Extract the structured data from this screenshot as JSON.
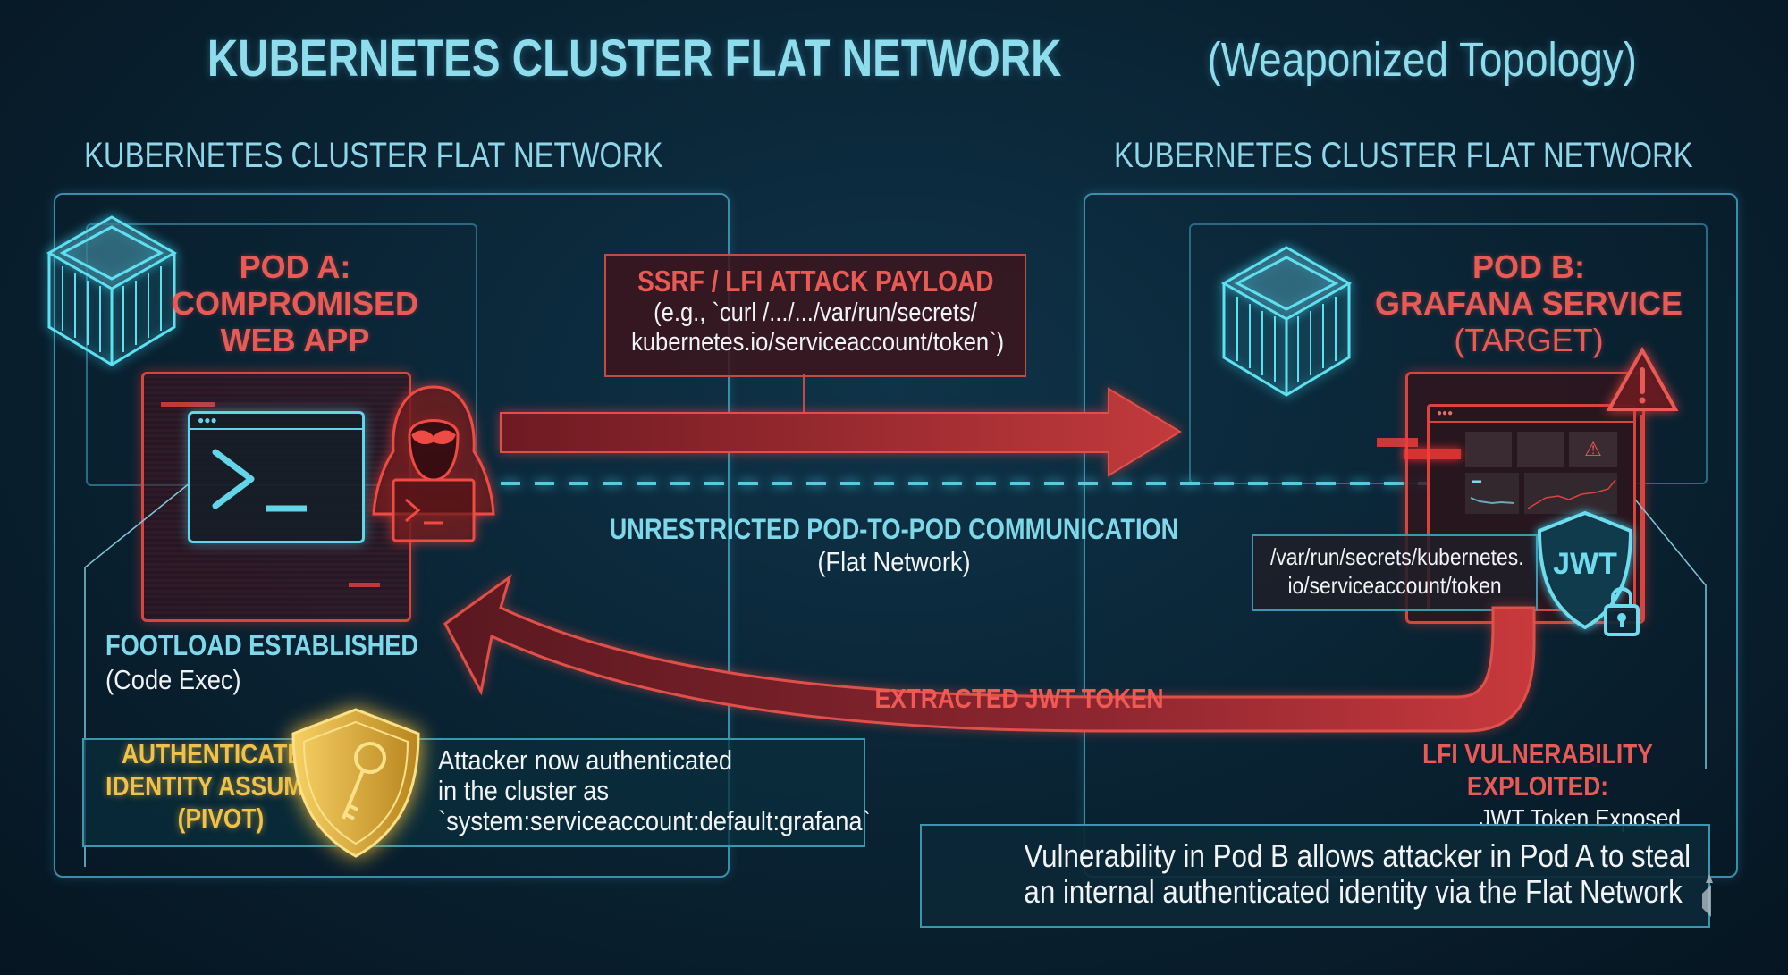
{
  "title": {
    "main": "KUBERNETES CLUSTER FLAT NETWORK",
    "sub": "(Weaponized Topology)"
  },
  "left_section": {
    "label": "KUBERNETES CLUSTER FLAT NETWORK",
    "pod": {
      "title_line1": "POD A:",
      "title_line2": "COMPROMISED",
      "title_line3": "WEB APP"
    },
    "foothold": {
      "title": "FOOTLOAD ESTABLISHED",
      "sub": "(Code Exec)"
    },
    "identity": {
      "title_line1": "AUTHENTICATED",
      "title_line2": "IDENTITY ASSUMED",
      "title_line3": "(PIVOT)",
      "desc_line1": "Attacker now authenticated",
      "desc_line2": "in the cluster as",
      "desc_line3": "`system:serviceaccount:default:grafana`"
    }
  },
  "right_section": {
    "label": "KUBERNETES CLUSTER FLAT NETWORK",
    "pod": {
      "title_line1": "POD B:",
      "title_line2": "GRAFANA SERVICE",
      "title_line3": "(TARGET)"
    },
    "token_path": {
      "line1": "/var/run/secrets/kubernetes.",
      "line2": "io/serviceaccount/token"
    },
    "jwt_badge": "JWT",
    "lfi": {
      "title_line1": "LFI VULNERABILITY",
      "title_line2": "EXPLOITED:",
      "sub": "JWT Token Exposed"
    }
  },
  "payload": {
    "title": "SSRF / LFI ATTACK PAYLOAD",
    "line1": "(e.g., `curl /.../.../var/run/secrets/",
    "line2": "kubernetes.io/serviceaccount/token`)"
  },
  "network": {
    "title": "UNRESTRICTED POD-TO-POD COMMUNICATION",
    "sub": "(Flat Network)"
  },
  "return_arrow": {
    "label": "EXTRACTED JWT TOKEN"
  },
  "summary": {
    "line1": "Vulnerability in Pod B allows attacker in Pod A to steal",
    "line2": "an internal authenticated identity via the Flat Network"
  },
  "colors": {
    "accent_cyan": "#7fd8ea",
    "attack_red": "#e85a55",
    "identity_gold": "#f0c24a",
    "background": "#0a2536"
  }
}
